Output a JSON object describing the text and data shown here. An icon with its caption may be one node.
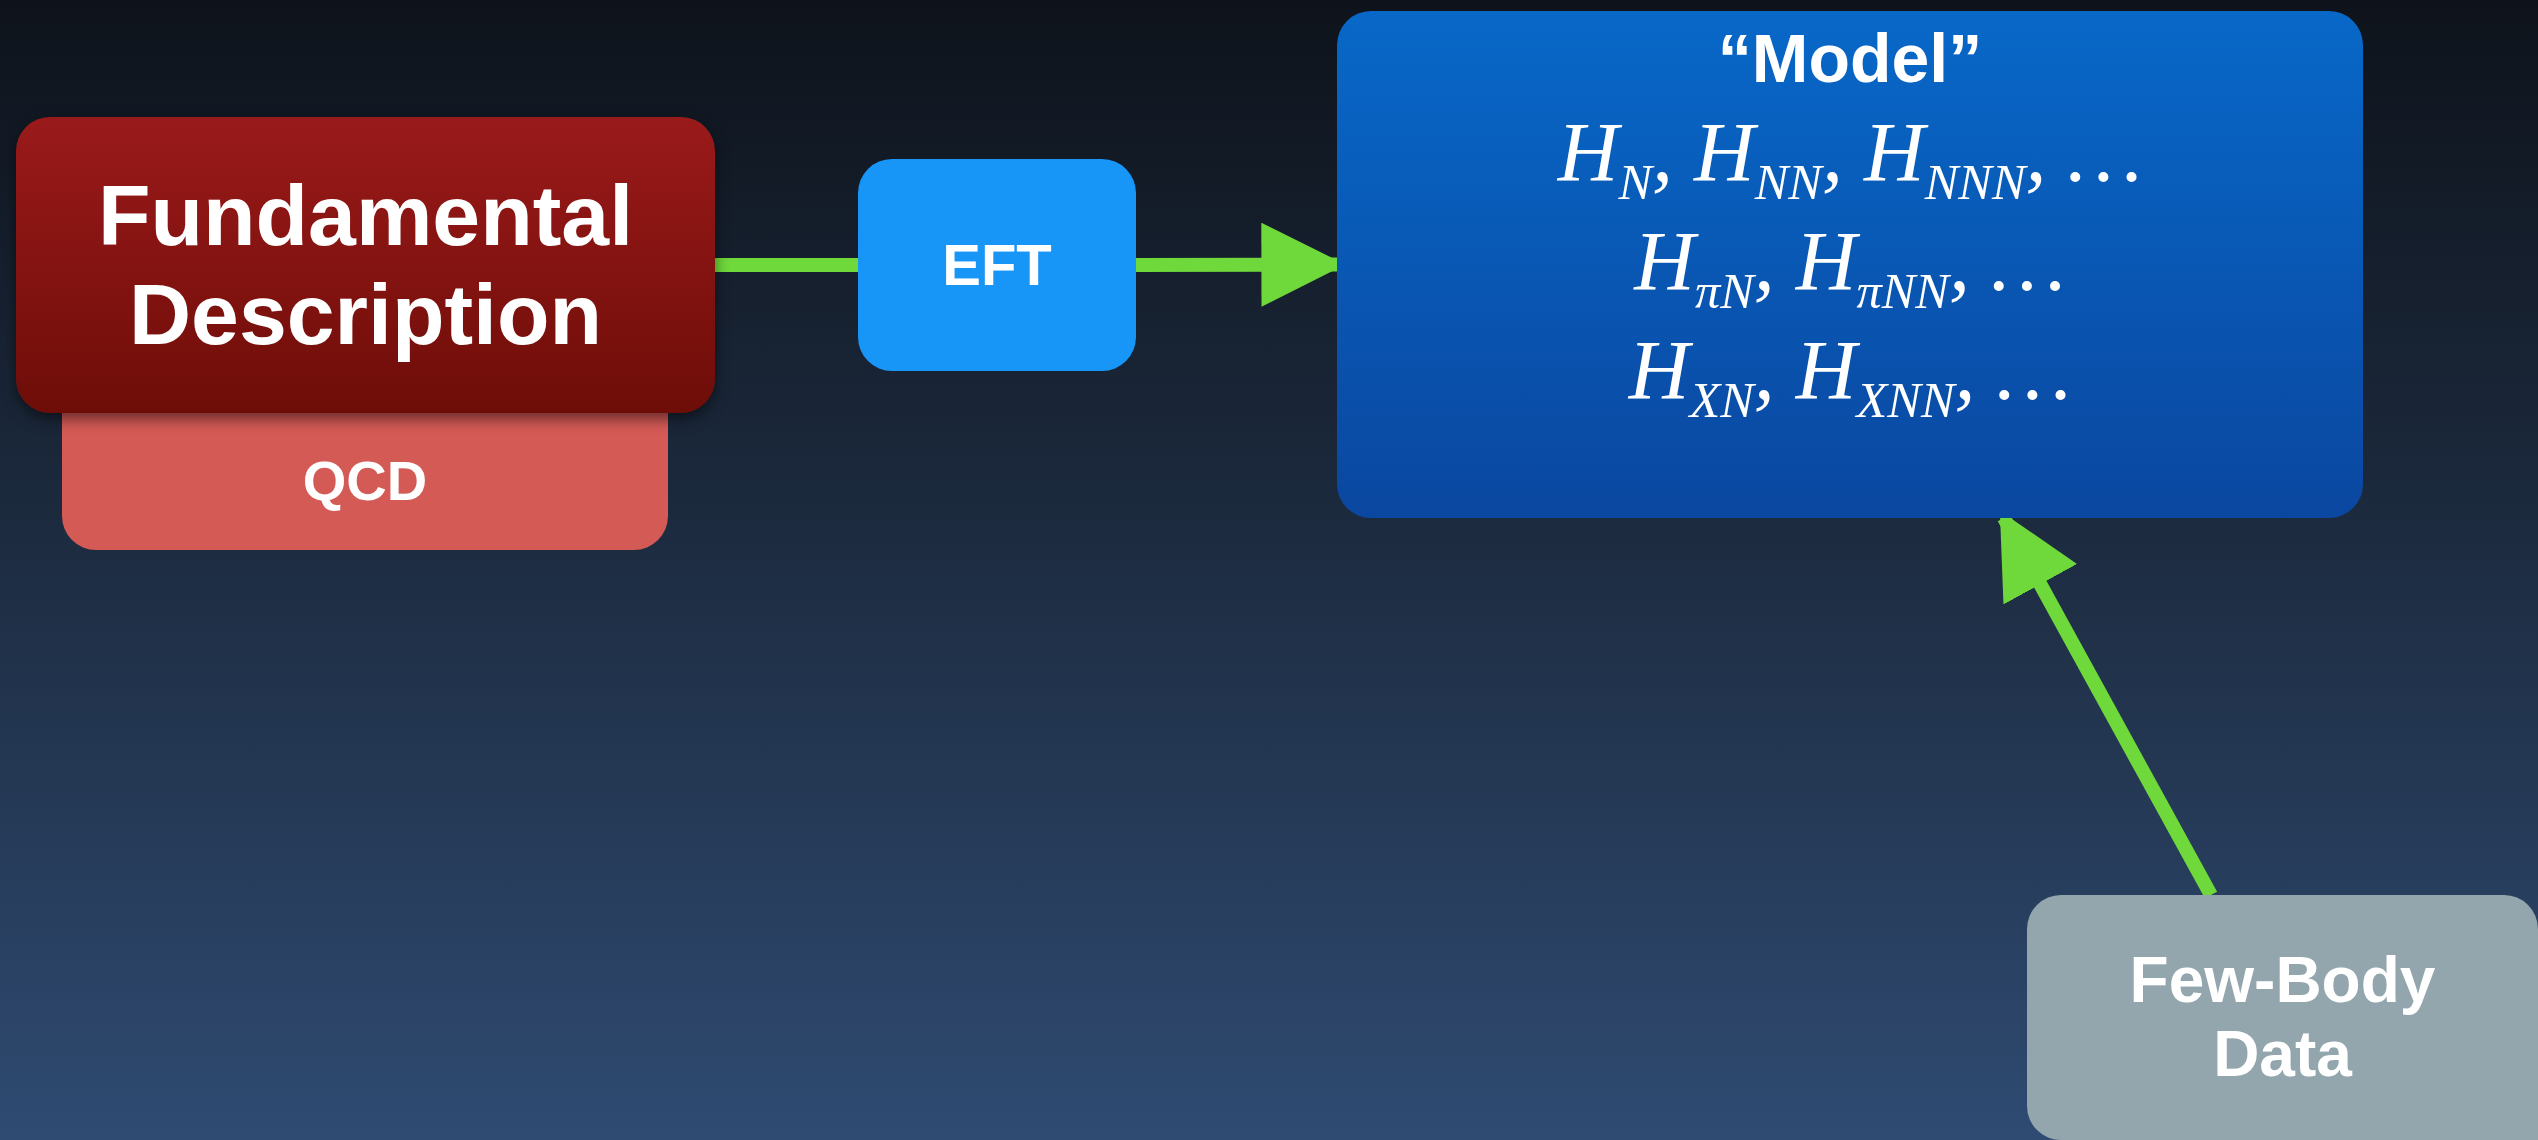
{
  "diagram": {
    "nodes": [
      {
        "text": [
          "Fundamental Description"
        ]
      },
      {
        "text": [
          "QCD"
        ]
      },
      {
        "text": [
          "EFT"
        ]
      },
      {
        "text": [
          "“Model”",
          "H$_{N}$, H$_{NN}$, H$_{NNN}$, …",
          "H$_{πN}$, H$_{πNN}$, …",
          "H$_{XN}$, H$_{XNN}$, …"
        ]
      },
      {
        "text": [
          "Few-Body Data"
        ]
      }
    ],
    "edges": [
      {
        "from": 0,
        "to": 2,
        "arrow": "none"
      },
      {
        "from": 2,
        "to": 3,
        "arrow": "to"
      },
      {
        "from": 4,
        "to": 3,
        "arrow": "to"
      }
    ]
  }
}
